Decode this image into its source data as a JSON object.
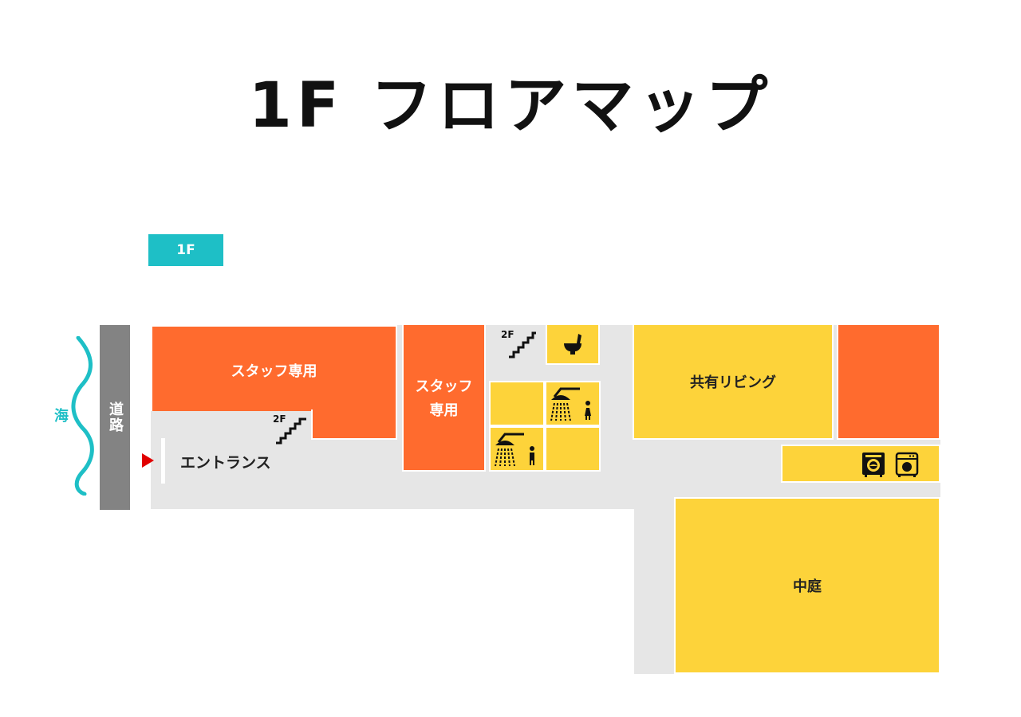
{
  "title": "1F フロアマップ",
  "floor_tag": "1F",
  "surroundings": {
    "sea_label": "海",
    "road_label": "道路"
  },
  "rooms": {
    "staff_only_1": "スタッフ専用",
    "staff_only_2_line1": "スタッフ",
    "staff_only_2_line2": "専用",
    "shared_living": "共有リビング",
    "courtyard": "中庭",
    "entrance": "エントランス"
  },
  "stairs": [
    {
      "label": "2F",
      "location": "entrance"
    },
    {
      "label": "2F",
      "location": "near-toilet"
    }
  ],
  "icons": [
    "toilet-icon",
    "shower-female-icon",
    "shower-male-icon",
    "washing-machine-icon",
    "dryer-icon",
    "entrance-arrow-icon",
    "wave-icon",
    "stairs-icon"
  ],
  "colors": {
    "staff_room": "#ff6b2e",
    "facility": "#fdd33a",
    "corridor": "#e6e6e6",
    "road": "#838383",
    "accent": "#1ebfc6",
    "entrance_arrow": "#e10000"
  }
}
